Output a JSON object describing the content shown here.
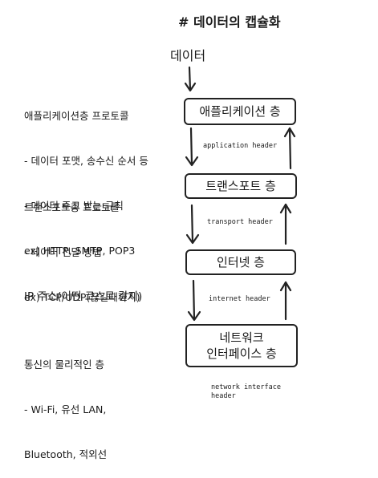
{
  "title": "# 데이터의 캡슐화",
  "data_label": "데이터",
  "layers": [
    {
      "name": "애플리케이션 층"
    },
    {
      "name": "트랜스포트 층"
    },
    {
      "name": "인터넷 층"
    },
    {
      "name": "네트워크\n인터페이스 층"
    }
  ],
  "headers": [
    "application header",
    "transport header",
    "internet header",
    "network interface\nheader"
  ],
  "descriptions": [
    {
      "lines": [
        "애플리케이션층 프로토콜",
        "- 데이터 포맷, 송수신 순서 등",
        "- 데이터 주고 받는 규칙",
        "ex) HTTP, SMTP, POP3"
      ]
    },
    {
      "lines": [
        "트랜스포트층 프로토콜",
        "- 데이터 전달 방법",
        "ex) TCP/UDP(끊길때까지)"
      ]
    },
    {
      "lines": [
        "IP 주소(어떤 코스로 갈지)"
      ]
    },
    {
      "lines": [
        "통신의 물리적인 층",
        "- Wi-Fi, 유선 LAN,",
        "Bluetooth, 적외선"
      ]
    }
  ]
}
